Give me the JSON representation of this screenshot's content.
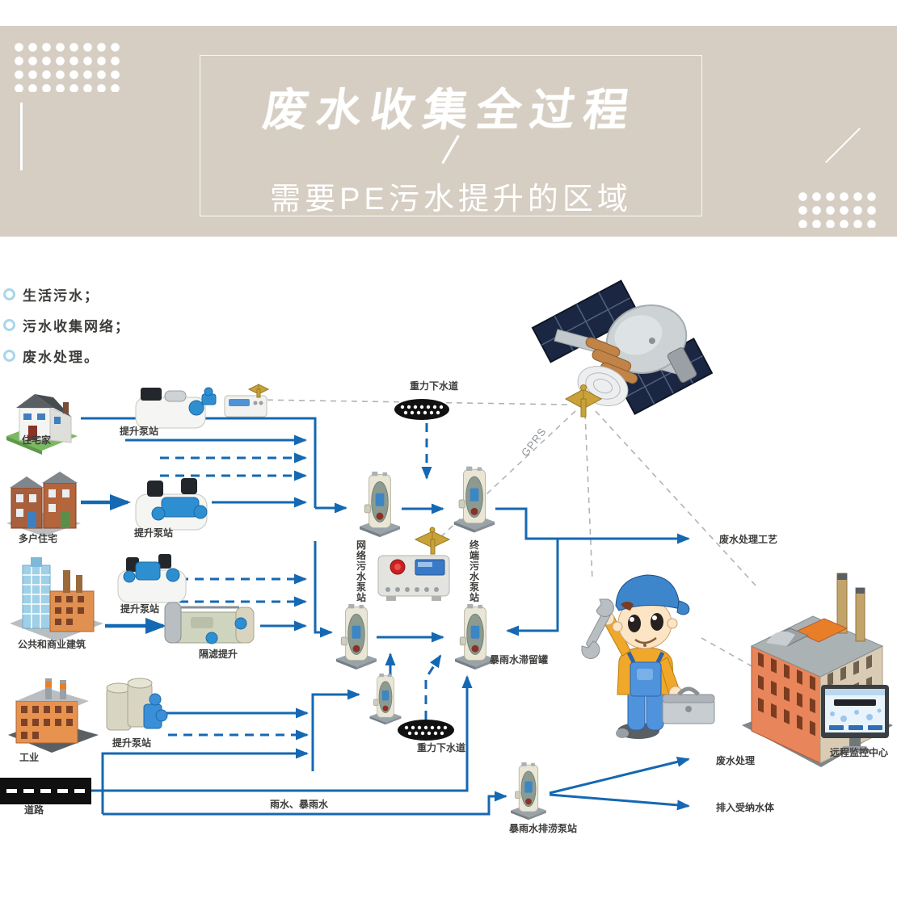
{
  "header": {
    "title": "废水收集全过程",
    "subtitle": "需要PE污水提升的区域"
  },
  "legend": {
    "items": [
      {
        "label": "生活污水；"
      },
      {
        "label": "污水收集网络；"
      },
      {
        "label": "废水处理。"
      }
    ]
  },
  "diagram": {
    "labels": {
      "residential": "住宅家",
      "lift_station": "提升泵站",
      "multi_family": "多户住宅",
      "public_commercial": "公共和商业建筑",
      "strain_lift": "隔滤提升",
      "industry": "工业",
      "road": "道路",
      "gravity_sewer": "重力下水道",
      "network_station": "网络污水泵站",
      "terminal_station": "终端污水泵站",
      "storm_retention": "暴雨水滞留罐",
      "rain_storm": "雨水、暴雨水",
      "storm_drain_station": "暴雨水排涝泵站",
      "treatment_process": "废水处理工艺",
      "treatment": "废水处理",
      "receiving_water": "排入受纳水体",
      "remote_center": "远程监控中心",
      "gprs": "GPRS"
    }
  },
  "colors": {
    "header_bg": "#d6cec3",
    "flow_line": "#1568b2",
    "label_text": "#3d3d3b",
    "gprs_line": "#b0b4b8",
    "legend_bullet": "#aad6ea",
    "road_black": "#101010"
  }
}
